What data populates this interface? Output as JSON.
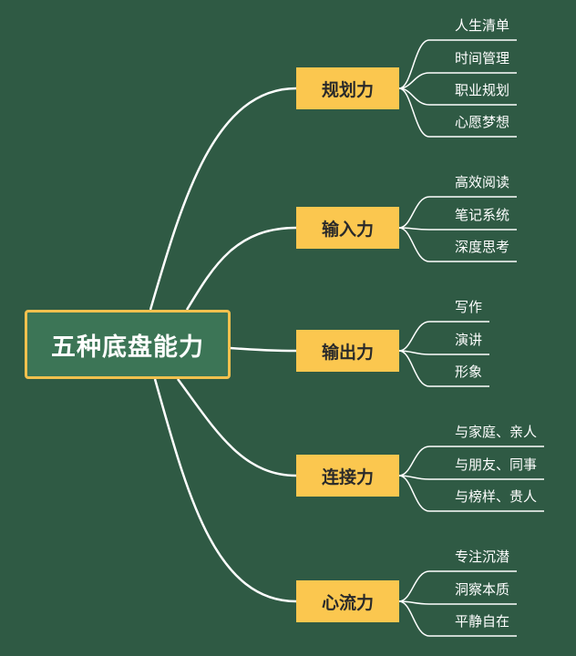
{
  "root": {
    "label": "五种底盘能力"
  },
  "branches": [
    {
      "label": "规划力",
      "items": [
        "人生清单",
        "时间管理",
        "职业规划",
        "心愿梦想"
      ]
    },
    {
      "label": "输入力",
      "items": [
        "高效阅读",
        "笔记系统",
        "深度思考"
      ]
    },
    {
      "label": "输出力",
      "items": [
        "写作",
        "演讲",
        "形象"
      ]
    },
    {
      "label": "连接力",
      "items": [
        "与家庭、亲人",
        "与朋友、同事",
        "与榜样、贵人"
      ]
    },
    {
      "label": "心流力",
      "items": [
        "专注沉潜",
        "洞察本质",
        "平静自在"
      ]
    }
  ],
  "colors": {
    "background": "#2f5a44",
    "root_fill": "#3c7556",
    "root_border": "#f2c14e",
    "branch_fill": "#fbc74f",
    "branch_text": "#2a2a2a",
    "line": "#ffffff"
  }
}
